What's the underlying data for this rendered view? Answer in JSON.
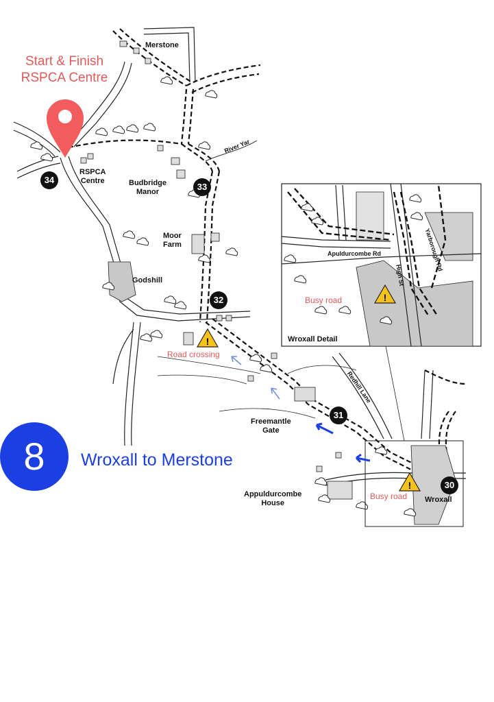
{
  "map": {
    "start_finish_label": "Start & Finish\nRSPCA Centre",
    "places": {
      "merstone": "Merstone",
      "rspca_centre": "RSPCA\nCentre",
      "budbridge_manor": "Budbridge\nManor",
      "moor_farm": "Moor\nFarm",
      "godshill": "Godshill",
      "freemantle_gate": "Freemantle\nGate",
      "appuldurcombe_house": "Appuldurcombe\nHouse",
      "wroxall": "Wroxall"
    },
    "features": {
      "river_yar": "River Yar",
      "redhill_lane": "Redhill Lane"
    },
    "waypoints": [
      "34",
      "33",
      "32",
      "31",
      "30"
    ],
    "warnings": {
      "road_crossing": "Road crossing",
      "busy_road_main": "Busy road",
      "busy_road_inset": "Busy road"
    },
    "inset": {
      "title": "Wroxall Detail",
      "roads": {
        "apuldurcombe_rd": "Apuldurcombe Rd",
        "high_st": "High St",
        "yarborough_rd": "Yarborough Rd"
      }
    }
  },
  "route": {
    "number": "8",
    "title": "Wroxall to Merstone"
  },
  "colors": {
    "route_blue": "#1b3fe0",
    "warning_red": "#e05a5a",
    "pin_red": "#f25c5c",
    "warning_yellow": "#f7c21c",
    "built_area_grey": "#c8c8c8"
  },
  "icons": [
    "location-pin-icon",
    "warning-triangle-icon",
    "direction-arrow-icon",
    "tree-icon"
  ]
}
